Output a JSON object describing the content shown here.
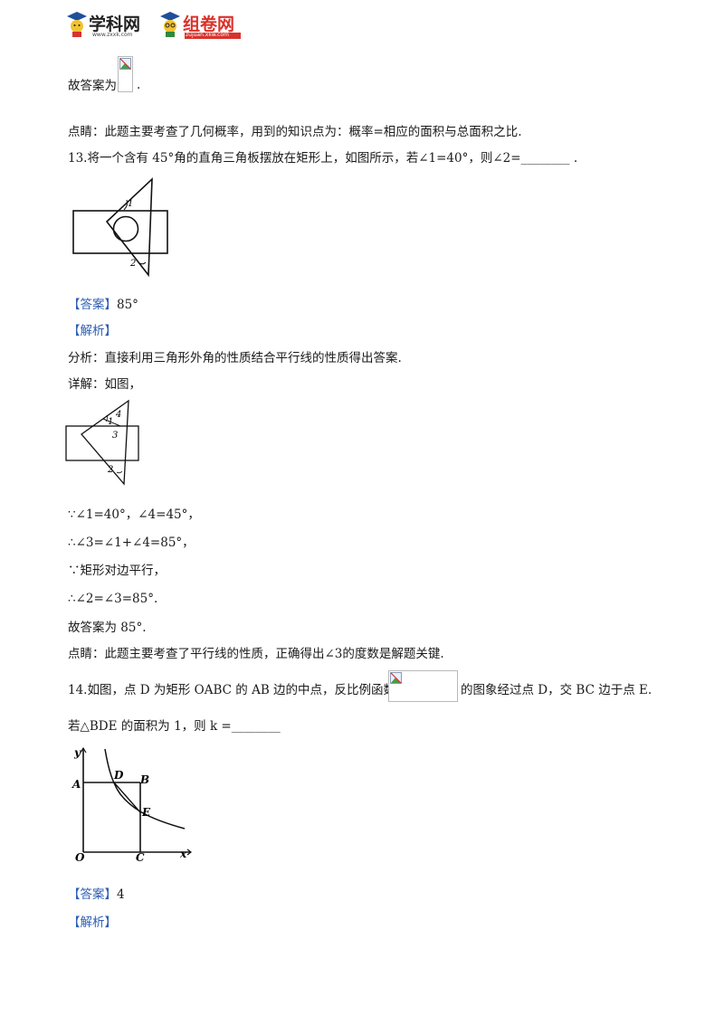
{
  "header": {
    "logo1_text": "学科网",
    "logo1_sub": "www.zxxk.com",
    "logo2_text": "组卷网",
    "logo2_sub": "zujuan.xkw.com"
  },
  "q12_tail": {
    "answer_prefix": "故答案为",
    "answer_suffix": ".",
    "comment": "点睛：此题主要考查了几何概率，用到的知识点为：概率=相应的面积与总面积之比."
  },
  "q13": {
    "question": "13.将一个含有 45°角的直角三角板摆放在矩形上，如图所示，若∠1=40°，则∠2=________ .",
    "fig1_labels": [
      "1",
      "2"
    ],
    "answer_tag": "【答案】",
    "answer_value": "85°",
    "analysis_tag": "【解析】",
    "analysis": "分析：直接利用三角形外角的性质结合平行线的性质得出答案.",
    "detail": "详解：如图，",
    "fig2_labels": [
      "4",
      "1",
      "3",
      "2"
    ],
    "steps": [
      "∵∠1=40°，∠4=45°，",
      "∴∠3=∠1+∠4=85°，",
      "∵矩形对边平行，",
      "∴∠2=∠3=85°."
    ],
    "conclusion": "故答案为 85°.",
    "comment": "点睛：此题主要考查了平行线的性质，正确得出∠3的度数是解题关键."
  },
  "q14": {
    "question_part1": "14.如图，点 D 为矩形 OABC 的 AB 边的中点，反比例函数",
    "question_part2": "的图象经过点 D，交 BC 边于点 E.",
    "question_line2": "若△BDE 的面积为 1，则 k =________",
    "graph_labels": {
      "y": "y",
      "x": "x",
      "A": "A",
      "D": "D",
      "B": "B",
      "E": "E",
      "O": "O",
      "C": "C"
    },
    "answer_tag": "【答案】",
    "answer_value": "4",
    "analysis_tag": "【解析】"
  },
  "colors": {
    "tag_blue": "#2f5fb3",
    "logo_red": "#d9322b",
    "logo_dark": "#222222"
  }
}
